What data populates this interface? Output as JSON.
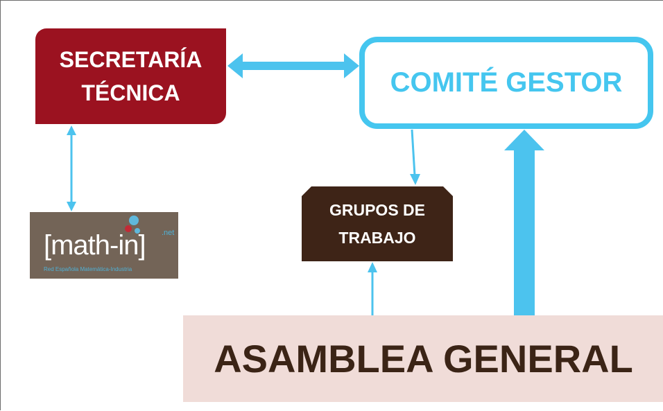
{
  "boxes": {
    "secretaria": {
      "line1": "SECRETARÍA",
      "line2": "TÉCNICA"
    },
    "comite": "COMITÉ GESTOR",
    "grupos": {
      "line1": "GRUPOS DE",
      "line2": "TRABAJO"
    },
    "asamblea": "ASAMBLEA GENERAL"
  },
  "logo": {
    "text": "[math-in]",
    "superscript": ".net",
    "subtitle": "Red Española Matemática-Industria"
  },
  "colors": {
    "arrow": "#4cc3ee",
    "secretaria_fill": "#9b1220",
    "comite_border": "#45c6ef",
    "grupos_fill": "#3e2417",
    "asamblea_fill": "#f0dcd8",
    "asamblea_text": "#3b2416",
    "logo_bg": "#736457"
  }
}
